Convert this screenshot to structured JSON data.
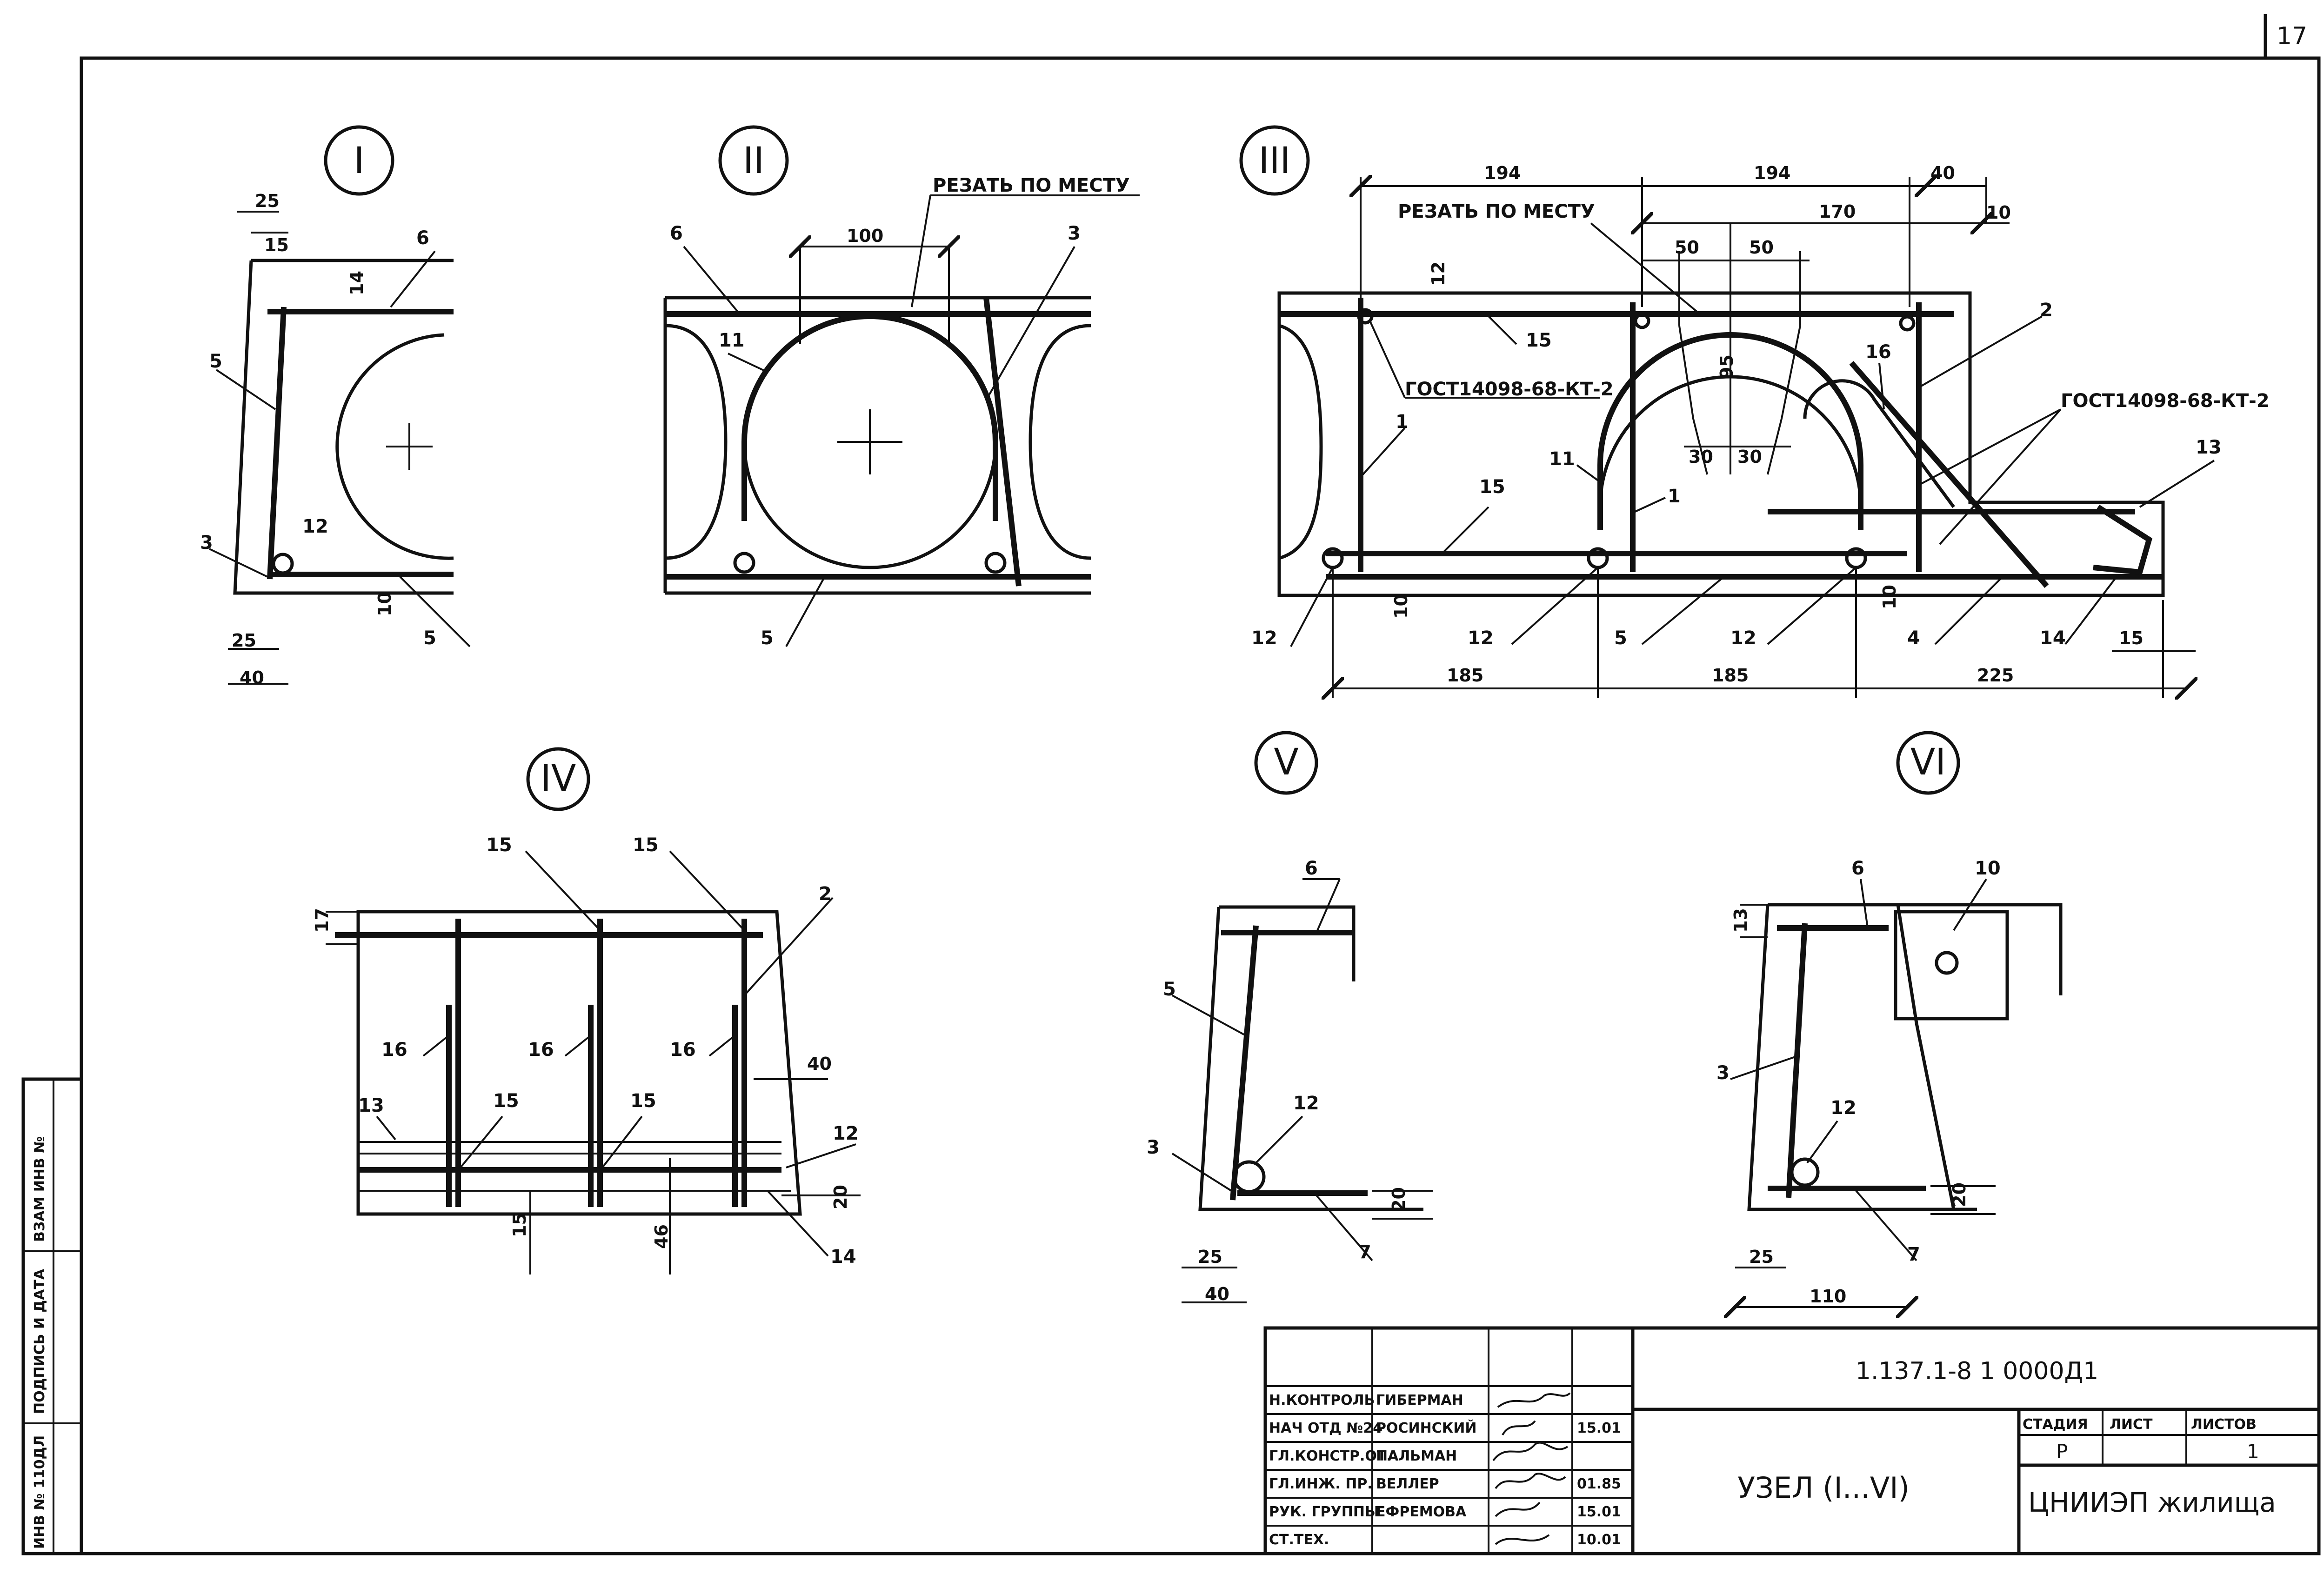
{
  "page_number": "17",
  "node_labels": [
    "I",
    "II",
    "III",
    "IV",
    "V",
    "VI"
  ],
  "cut_to_fit": "РЕЗАТЬ ПО МЕСТУ",
  "gost": "ГОСТ14098-68-КТ-2",
  "node1": {
    "dims": {
      "top_25": "25",
      "top_15": "15",
      "d14": "14",
      "bot_10": "10",
      "bot_25": "25",
      "bot_40": "40"
    },
    "callouts": {
      "c6": "6",
      "c5": "5",
      "c3": "3",
      "c12": "12",
      "c5b": "5"
    }
  },
  "node2": {
    "dims": {
      "d100": "100"
    },
    "callouts": {
      "c6": "6",
      "c3": "3",
      "c11": "11",
      "c5": "5"
    }
  },
  "node3": {
    "dims": {
      "d194a": "194",
      "d194b": "194",
      "d40": "40",
      "d170": "170",
      "d10t": "10",
      "d50a": "50",
      "d50b": "50",
      "d12": "12",
      "d95": "95",
      "d30a": "30",
      "d30b": "30",
      "d10b": "10",
      "d10c": "10",
      "d15": "15",
      "d185a": "185",
      "d185b": "185",
      "d225": "225"
    },
    "callouts": {
      "c15a": "15",
      "c2": "2",
      "c16": "16",
      "c1a": "1",
      "c11": "11",
      "c1b": "1",
      "c15b": "15",
      "c13": "13",
      "c12a": "12",
      "c12b": "12",
      "c5": "5",
      "c12c": "12",
      "c4": "4",
      "c14": "14"
    }
  },
  "node4": {
    "dims": {
      "d17": "17",
      "d40": "40",
      "d20": "20",
      "d15": "15",
      "d46": "46"
    },
    "callouts": {
      "c15a": "15",
      "c15b": "15",
      "c2": "2",
      "c16a": "16",
      "c16b": "16",
      "c16c": "16",
      "c13": "13",
      "c15c": "15",
      "c15d": "15",
      "c12": "12",
      "c14": "14"
    }
  },
  "node5": {
    "dims": {
      "d20": "20",
      "d25": "25",
      "d40": "40"
    },
    "callouts": {
      "c6": "6",
      "c5": "5",
      "c12": "12",
      "c3": "3",
      "c7": "7"
    }
  },
  "node6": {
    "dims": {
      "d13": "13",
      "d20": "20",
      "d25": "25",
      "d110": "110"
    },
    "callouts": {
      "c6": "6",
      "c10": "10",
      "c3": "3",
      "c12": "12",
      "c7": "7"
    }
  },
  "left_strip": {
    "inv_no": "ИНВ № 110ДЛ",
    "sign_date": "ПОДПИСЬ И ДАТА",
    "replace_inv": "ВЗАМ ИНВ №"
  },
  "title_block": {
    "code": "1.137.1-8 1  0000Д1",
    "title": "УЗЕЛ (I...VI)",
    "stage_hdr": "СТАДИЯ",
    "sheet_hdr": "ЛИСТ",
    "sheets_hdr": "ЛИСТОВ",
    "stage": "Р",
    "sheets": "1",
    "org": "ЦНИИЭП жилища",
    "rows": [
      {
        "role": "Н.КОНТРОЛЬ",
        "name": "ГИБЕРМАН",
        "date": ""
      },
      {
        "role": "НАЧ ОТД №24",
        "name": "РОСИНСКИЙ",
        "date": "15.01"
      },
      {
        "role": "ГЛ.КОНСТР.ОТ.",
        "name": "ПАЛЬМАН",
        "date": ""
      },
      {
        "role": "ГЛ.ИНЖ. ПР.",
        "name": "ВЕЛЛЕР",
        "date": "01.85"
      },
      {
        "role": "РУК. ГРУППЫ",
        "name": "ЕФРЕМОВА",
        "date": "15.01"
      },
      {
        "role": "СТ.ТЕХ.",
        "name": "",
        "date": "10.01"
      }
    ]
  }
}
